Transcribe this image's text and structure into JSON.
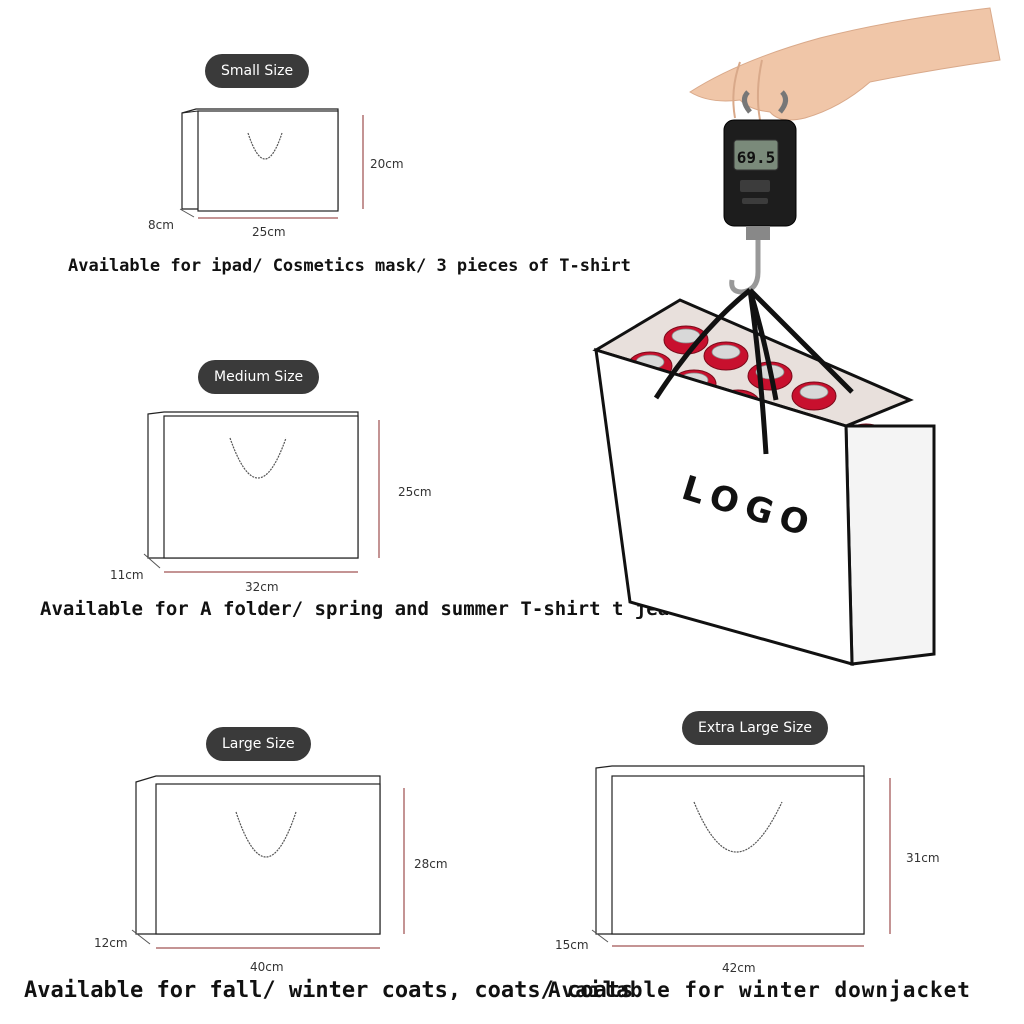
{
  "sizes": {
    "small": {
      "label": "Small Size",
      "height": "20cm",
      "width": "25cm",
      "depth": "8cm",
      "caption": "Available for ipad/ Cosmetics mask/ 3 pieces of T-shirt"
    },
    "medium": {
      "label": "Medium Size",
      "height": "25cm",
      "width": "32cm",
      "depth": "11cm",
      "caption": "Available for A folder/ spring and summer T-shirt t jeans"
    },
    "large": {
      "label": "Large Size",
      "height": "28cm",
      "width": "40cm",
      "depth": "12cm",
      "caption": "Available for fall/ winter coats, coats/ coats"
    },
    "xlarge": {
      "label": "Extra Large Size",
      "height": "31cm",
      "width": "42cm",
      "depth": "15cm",
      "caption": "Available for winter downjacket"
    }
  },
  "photo": {
    "bag_print": "LOGO",
    "scale_reading": "69.5"
  },
  "colors": {
    "pill_bg": "#3a3a3a",
    "dim_line": "#b07070",
    "can_red": "#c8102e",
    "bag_edge": "#111111"
  }
}
